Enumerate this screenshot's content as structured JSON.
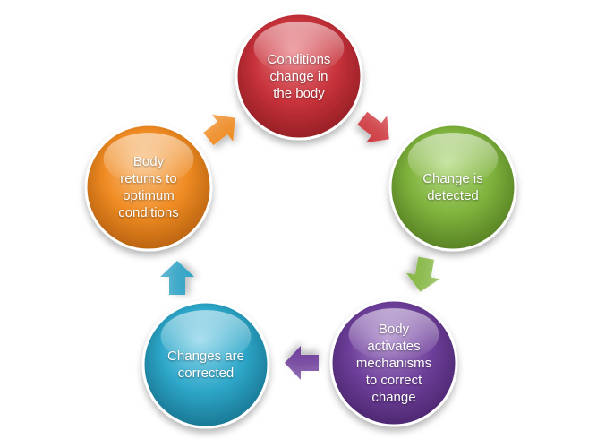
{
  "diagram": {
    "nodes": [
      {
        "id": "conditions-change",
        "label": "Conditions\nchange in\nthe body",
        "color": "#c8323b",
        "dark": "#8e1d22",
        "light": "#e9858a"
      },
      {
        "id": "change-detected",
        "label": "Change is\ndetected",
        "color": "#7fb33d",
        "dark": "#527a20",
        "light": "#b7dc87"
      },
      {
        "id": "body-activates",
        "label": "Body\nactivates\nmechanisms\nto correct\nchange",
        "color": "#6e3f9a",
        "dark": "#47246a",
        "light": "#a988c9"
      },
      {
        "id": "changes-corrected",
        "label": "Changes are\ncorrected",
        "color": "#2ea7c9",
        "dark": "#16708b",
        "light": "#8fd6ea"
      },
      {
        "id": "body-returns",
        "label": "Body\nreturns to\noptimum\nconditions",
        "color": "#f08c24",
        "dark": "#b15d0c",
        "light": "#f8c387"
      }
    ],
    "arrows": [
      {
        "id": "arrow-1-to-2",
        "color": "#cf3a40"
      },
      {
        "id": "arrow-2-to-3",
        "color": "#86b843"
      },
      {
        "id": "arrow-3-to-4",
        "color": "#6f3f9c"
      },
      {
        "id": "arrow-4-to-5",
        "color": "#2fa3c6"
      },
      {
        "id": "arrow-5-to-1",
        "color": "#f08c24"
      }
    ]
  }
}
